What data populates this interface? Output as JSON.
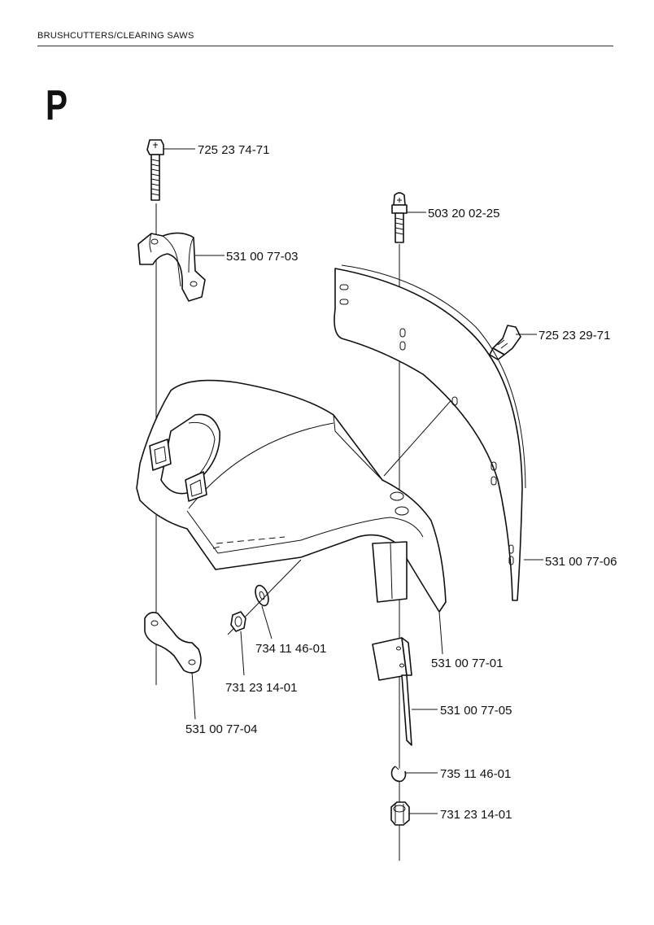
{
  "header": {
    "title": "BRUSHCUTTERS/CLEARING SAWS"
  },
  "section": {
    "letter": "P"
  },
  "parts": [
    {
      "id": "bolt-top-left",
      "number": "725  23 74-71"
    },
    {
      "id": "clamp-top",
      "number": "531 00 77-03"
    },
    {
      "id": "screw-center",
      "number": "503 20 02-25"
    },
    {
      "id": "bolt-right",
      "number": "725 23 29-71"
    },
    {
      "id": "guard-extension",
      "number": "531 00 77-06"
    },
    {
      "id": "washer",
      "number": "734 11 46-01"
    },
    {
      "id": "guard",
      "number": "531 00 77-01"
    },
    {
      "id": "nut-left",
      "number": "731 23 14-01"
    },
    {
      "id": "cutter-blade",
      "number": "531 00 77-05"
    },
    {
      "id": "clamp-bottom",
      "number": "531 00 77-04"
    },
    {
      "id": "lock-washer",
      "number": "735 11 46-01"
    },
    {
      "id": "nut-bottom",
      "number": "731 23 14-01"
    }
  ]
}
